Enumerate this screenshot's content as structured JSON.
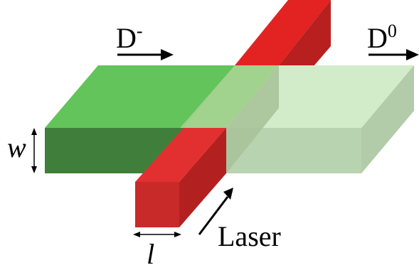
{
  "labels": {
    "d_minus_base": "D",
    "d_minus_sup": "-",
    "d_zero_base": "D",
    "d_zero_sup": "0",
    "width": "w",
    "length": "l",
    "laser": "Laser"
  },
  "colors": {
    "neutral_beam_light": "#cfe9c8",
    "ion_beam_green": "#5fc35a",
    "laser_red": "#e62c2c",
    "arrow": "#000000"
  }
}
